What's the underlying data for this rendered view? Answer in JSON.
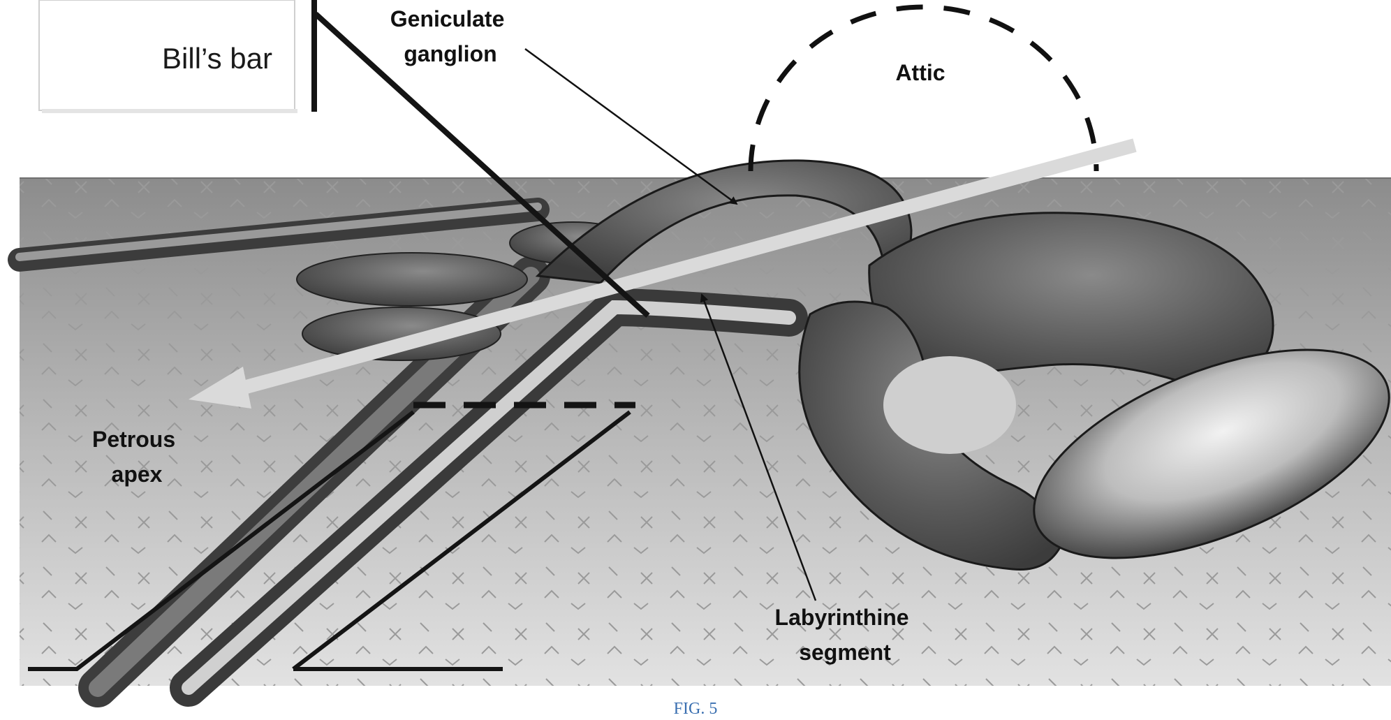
{
  "labels": {
    "bills_bar": "Bill’s bar",
    "geniculate_line1": "Geniculate",
    "geniculate_line2": "ganglion",
    "attic": "Attic",
    "petrous_line1": "Petrous",
    "petrous_line2": "apex",
    "labyrinthine_line1": "Labyrinthine",
    "labyrinthine_line2": "segment"
  },
  "caption": "FIG. 5",
  "colors": {
    "bone_light": "#d4d4d4",
    "bone_dark": "#8f8f8f",
    "structure_dark": "#555555",
    "arrow_light": "#d8d8d8",
    "caption": "#3a6fb0"
  }
}
